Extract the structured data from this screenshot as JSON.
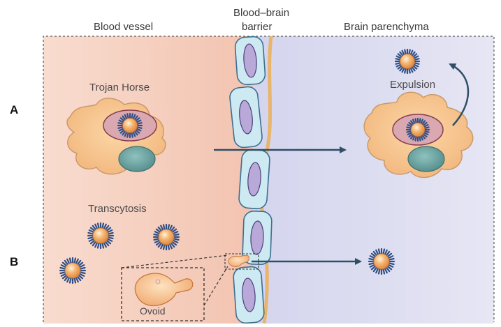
{
  "headers": {
    "blood_vessel": "Blood vessel",
    "bbb_line1": "Blood–brain",
    "bbb_line2": "barrier",
    "parenchyma": "Brain parenchyma"
  },
  "row_labels": {
    "a": "A",
    "b": "B"
  },
  "labels": {
    "trojan_horse": "Trojan Horse",
    "expulsion": "Expulsion",
    "transcytosis": "Transcytosis",
    "ovoid": "Ovoid"
  },
  "colors": {
    "blood_bg": "#f7d2c3",
    "brain_bg": "#d9d9ef",
    "endothelial_fill": "#cdeaf2",
    "endothelial_stroke": "#3d6f8f",
    "nucleus_fill": "#b9a9d9",
    "macrophage_fill": "#f7c48c",
    "cell_nucleus": "#5d9a98",
    "vesicle_fill": "#d9a8b0",
    "nanoparticle_core": "#f2a35a",
    "nanoparticle_corona": "#2f4f86",
    "arrow": "#2e4f66"
  }
}
